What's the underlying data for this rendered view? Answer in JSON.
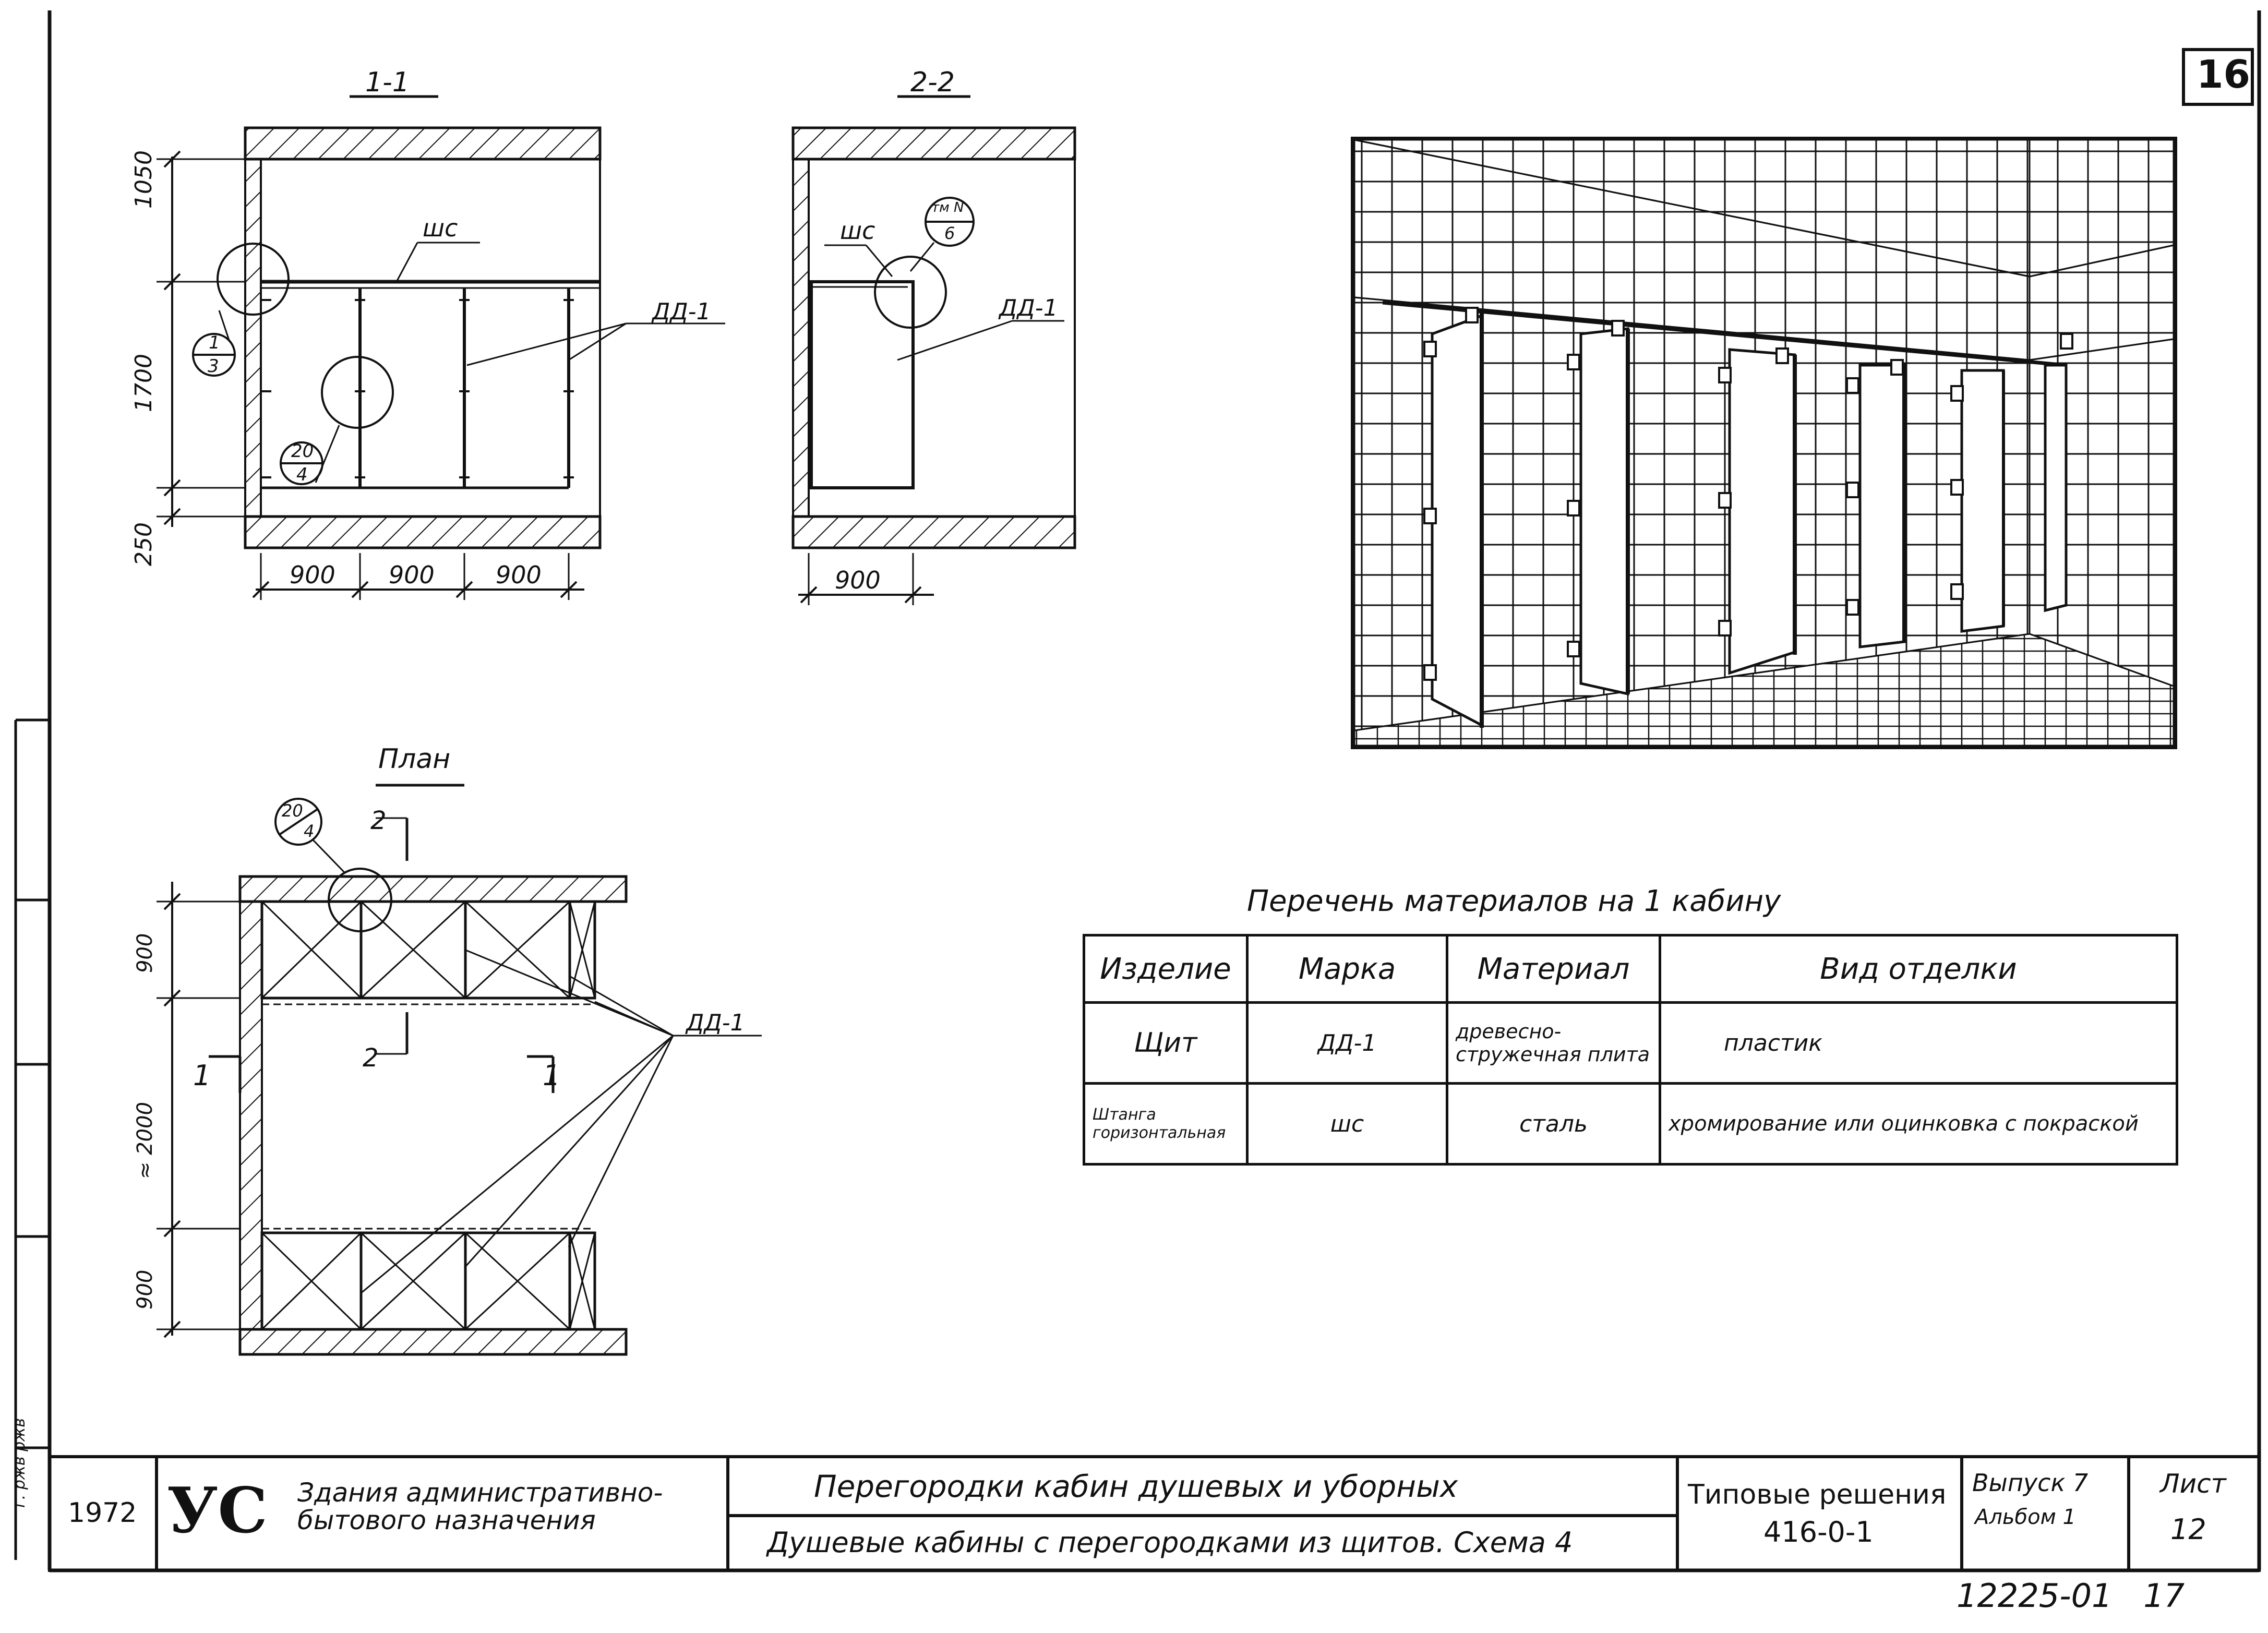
{
  "sheet": {
    "sheet_number": "16",
    "catalog_number": "12225-01",
    "catalog_page": "17",
    "side_stamp": "г. ржв ржв"
  },
  "section_1_1": {
    "title": "1-1",
    "dims_vertical": [
      "1050",
      "1700",
      "250"
    ],
    "dims_horizontal": [
      "900",
      "900",
      "900"
    ],
    "rod_label": "шс",
    "panel_label": "ДД-1",
    "node_a_top": "1",
    "node_a_bottom": "3",
    "node_b_top": "20",
    "node_b_bottom": "4"
  },
  "section_2_2": {
    "title": "2-2",
    "rod_label": "шс",
    "node_top": "тм N",
    "node_bottom": "6",
    "panel_label": "ДД-1",
    "dim_horizontal": "900"
  },
  "plan": {
    "title": "План",
    "node_top": "20",
    "node_bottom": "4",
    "cut_2": "2",
    "cut_1": "1",
    "dims_vertical": [
      "900",
      "≈ 2000",
      "900"
    ],
    "panel_label": "ДД-1"
  },
  "materials": {
    "caption": "Перечень материалов на 1 кабину",
    "headers": [
      "Изделие",
      "Марка",
      "Материал",
      "Вид отделки"
    ],
    "rows": [
      {
        "item": "Щит",
        "mark": "ДД-1",
        "material": "древесно-стружечная плита",
        "finish": "пластик"
      },
      {
        "item": "Штанга горизонтальная",
        "mark": "шс",
        "material": "сталь",
        "finish": "хромирование или оцинковка с покраской"
      }
    ]
  },
  "title_block": {
    "year": "1972",
    "logo": "УС",
    "building_type": "Здания административно-бытового назначения",
    "title": "Перегородки кабин душевых и уборных",
    "subtitle": "Душевые кабины с перегородками из щитов. Схема 4",
    "series_label": "Типовые решения",
    "series_number": "416-0-1",
    "issue": "Выпуск 7",
    "album": "Альбом 1",
    "sheet_label": "Лист",
    "sheet_value": "12"
  }
}
